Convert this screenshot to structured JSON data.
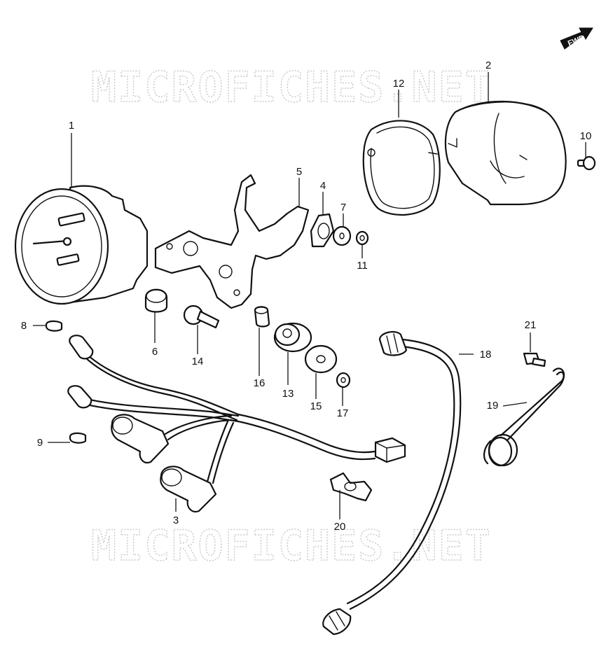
{
  "watermark": {
    "text": "MICROFICHES.NET"
  },
  "direction_arrow": {
    "label": "FWD",
    "icon": "forward-arrow-icon"
  },
  "callouts": [
    {
      "number": "1"
    },
    {
      "number": "2"
    },
    {
      "number": "3"
    },
    {
      "number": "4"
    },
    {
      "number": "5"
    },
    {
      "number": "6"
    },
    {
      "number": "7"
    },
    {
      "number": "8"
    },
    {
      "number": "9"
    },
    {
      "number": "10"
    },
    {
      "number": "11"
    },
    {
      "number": "12"
    },
    {
      "number": "13"
    },
    {
      "number": "14"
    },
    {
      "number": "15"
    },
    {
      "number": "16"
    },
    {
      "number": "17"
    },
    {
      "number": "18"
    },
    {
      "number": "19"
    },
    {
      "number": "20"
    },
    {
      "number": "21"
    }
  ]
}
